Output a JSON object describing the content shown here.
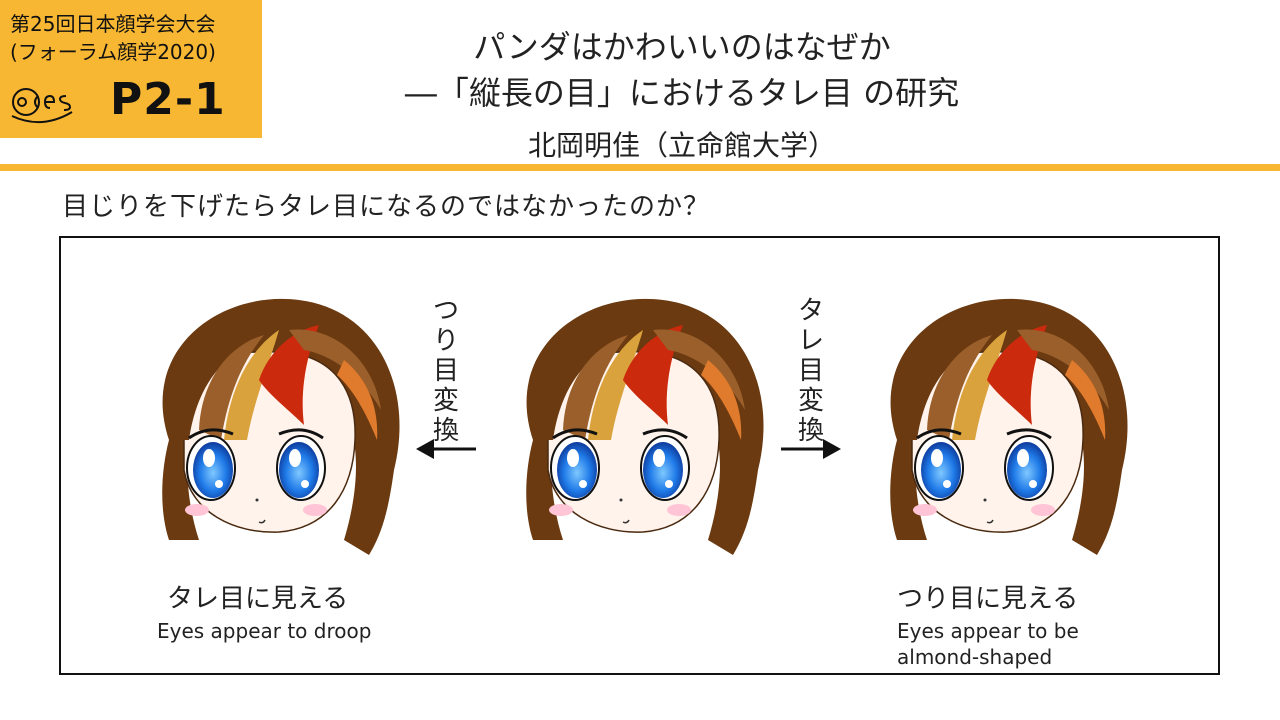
{
  "badge": {
    "line1": "第25回日本顔学会大会",
    "line2": "(フォーラム顔学2020)",
    "code": "P2-1",
    "logo_icon": "aces-logo-icon"
  },
  "title": {
    "line1": "パンダはかわいいのはなぜか",
    "line2": "―「縦長の目」におけるタレ目 の研究",
    "author": "北岡明佳（立命館大学）"
  },
  "question": "目じりを下げたらタレ目になるのではなかったのか？",
  "figure": {
    "left_transform": "つり目変換",
    "right_transform": "タレ目変換",
    "left_caption_jp": "タレ目に見える",
    "left_caption_en": "Eyes appear to droop",
    "right_caption_jp": "つり目に見える",
    "right_caption_en": "Eyes appear to be almond-shaped"
  },
  "colors": {
    "accent": "#f8b732",
    "hair_dark": "#6b3a10",
    "hair_mid": "#9a5f2a",
    "hair_light": "#d9a23c",
    "hair_red": "#cc2a0c",
    "eye_blue": "#1560d8",
    "skin": "#fff3ec"
  }
}
